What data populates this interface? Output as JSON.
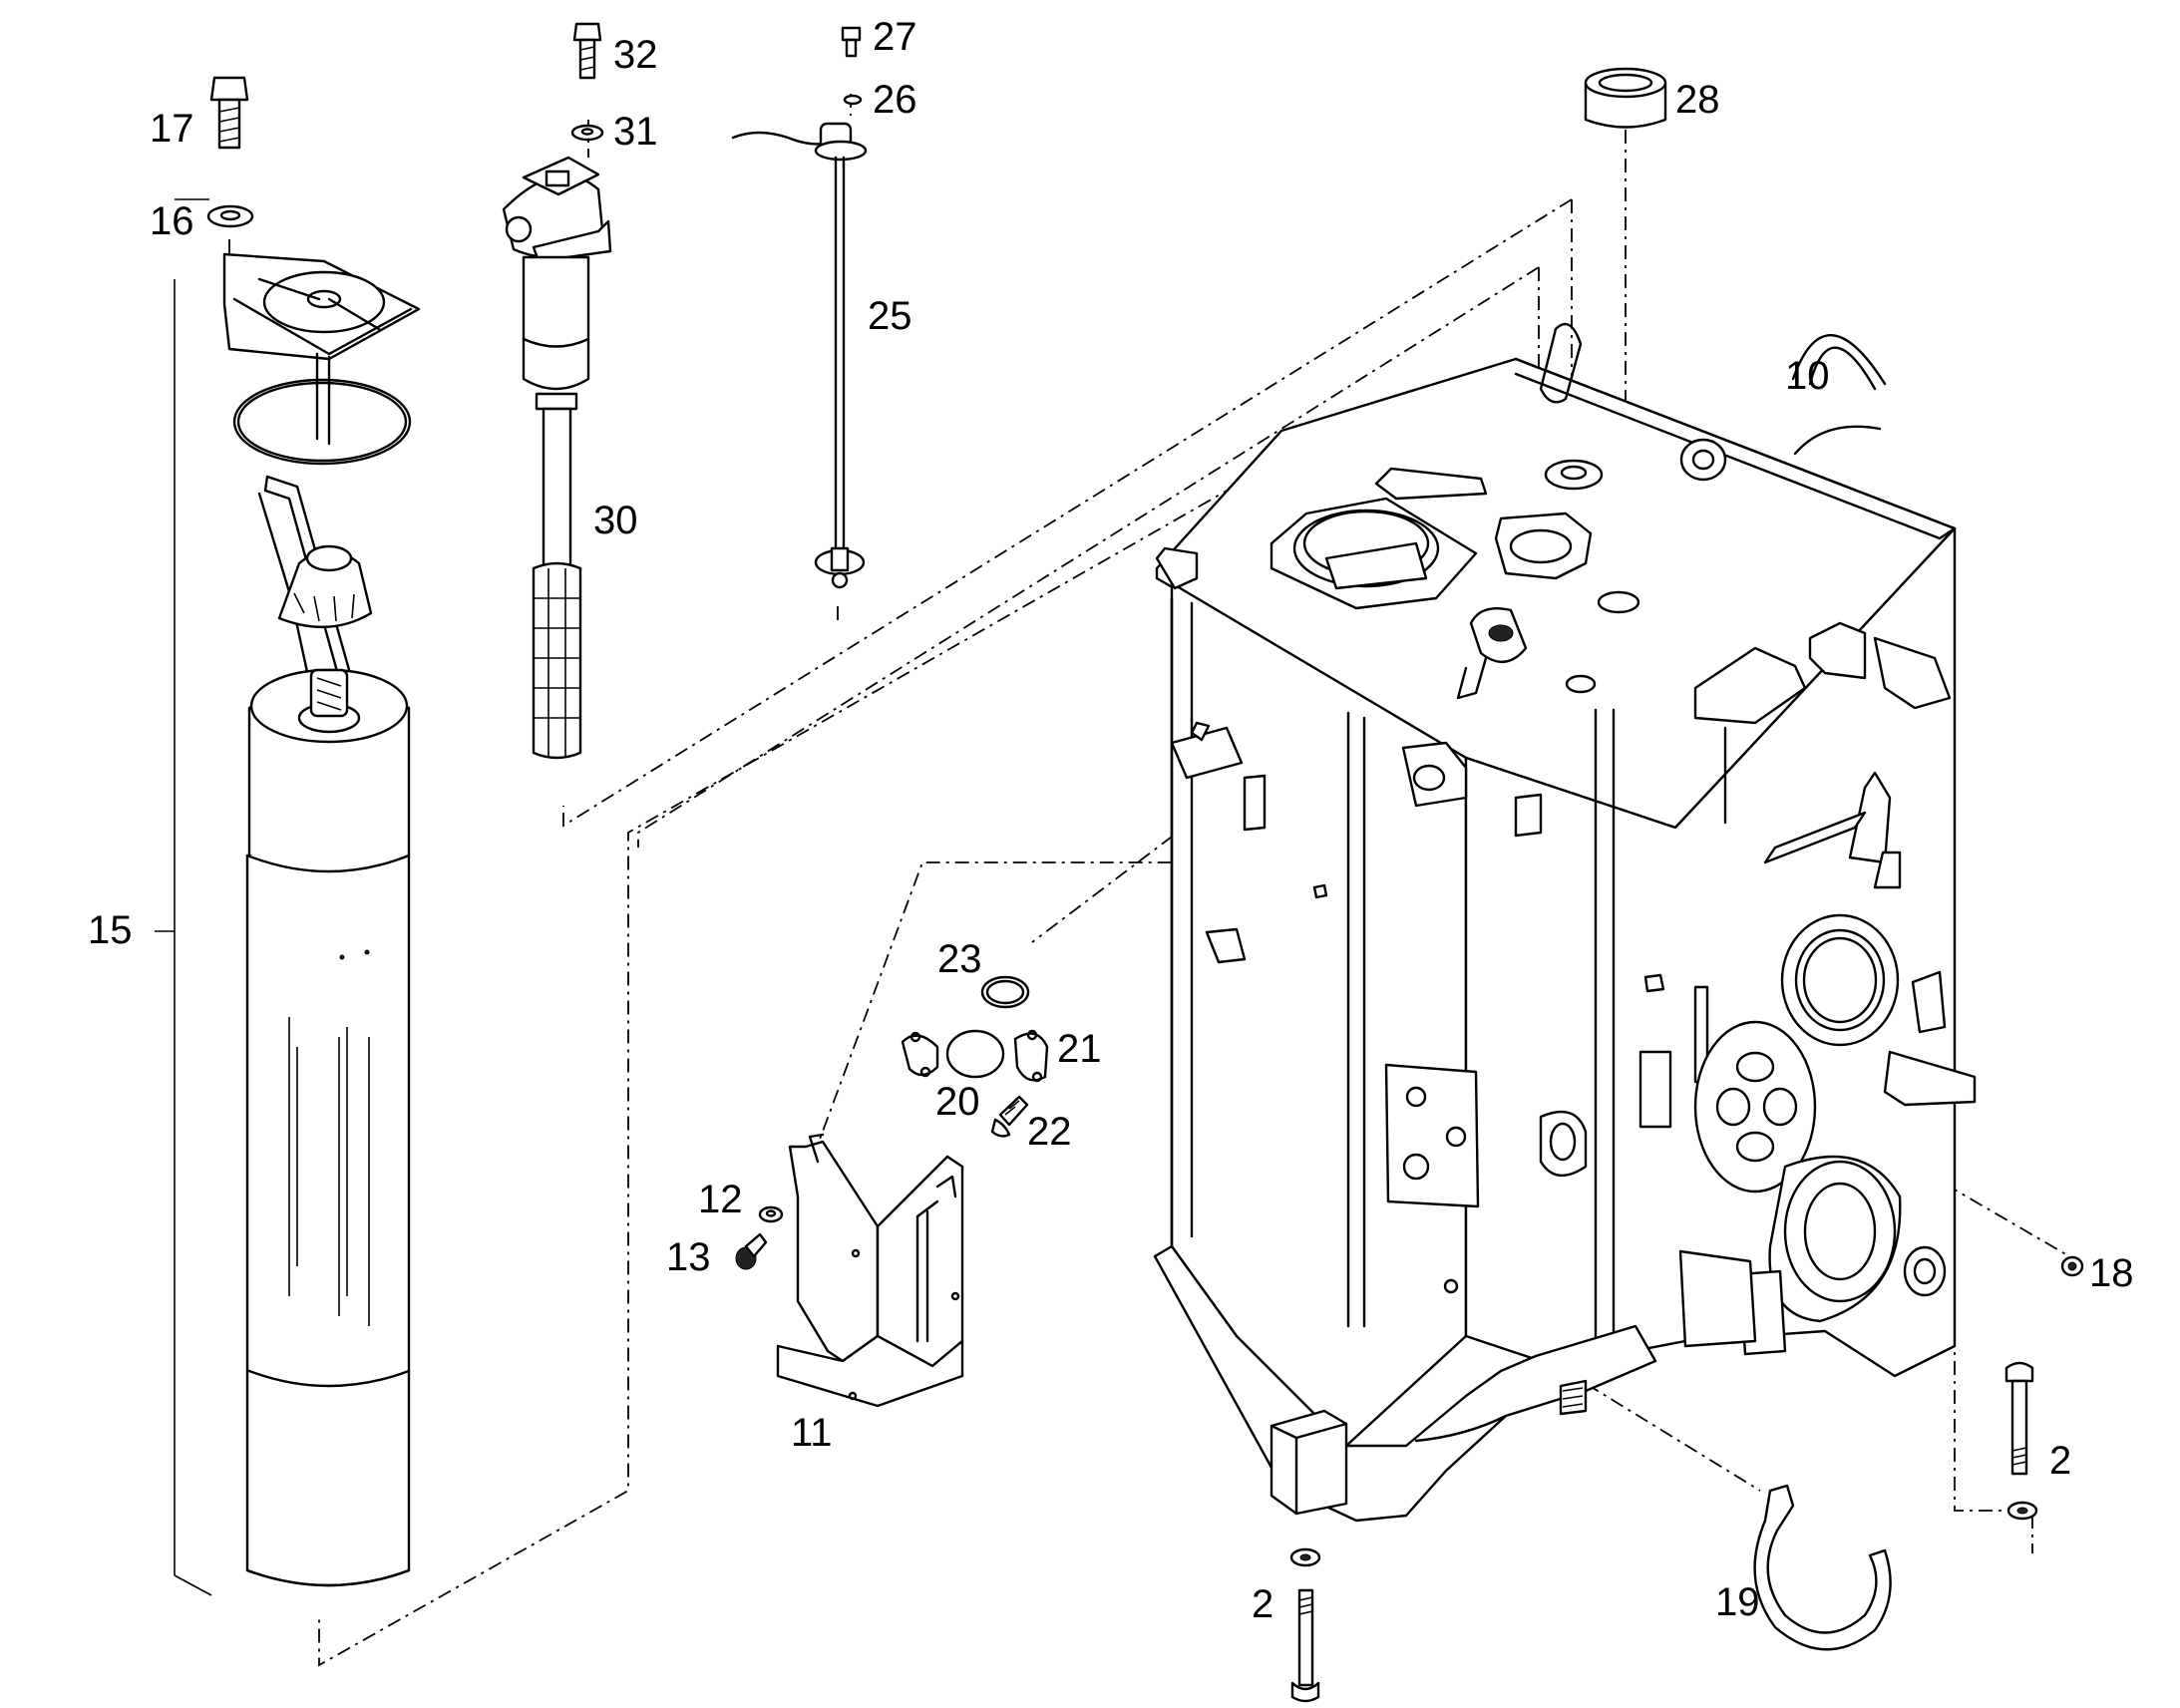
{
  "callouts": {
    "c2a": "2",
    "c2b": "2",
    "c10": "10",
    "c11": "11",
    "c12": "12",
    "c13": "13",
    "c15": "15",
    "c16": "16",
    "c17": "17",
    "c18": "18",
    "c19": "19",
    "c20": "20",
    "c21": "21",
    "c22": "22",
    "c23": "23",
    "c25": "25",
    "c26": "26",
    "c27": "27",
    "c28": "28",
    "c30": "30",
    "c31": "31",
    "c32": "32"
  }
}
